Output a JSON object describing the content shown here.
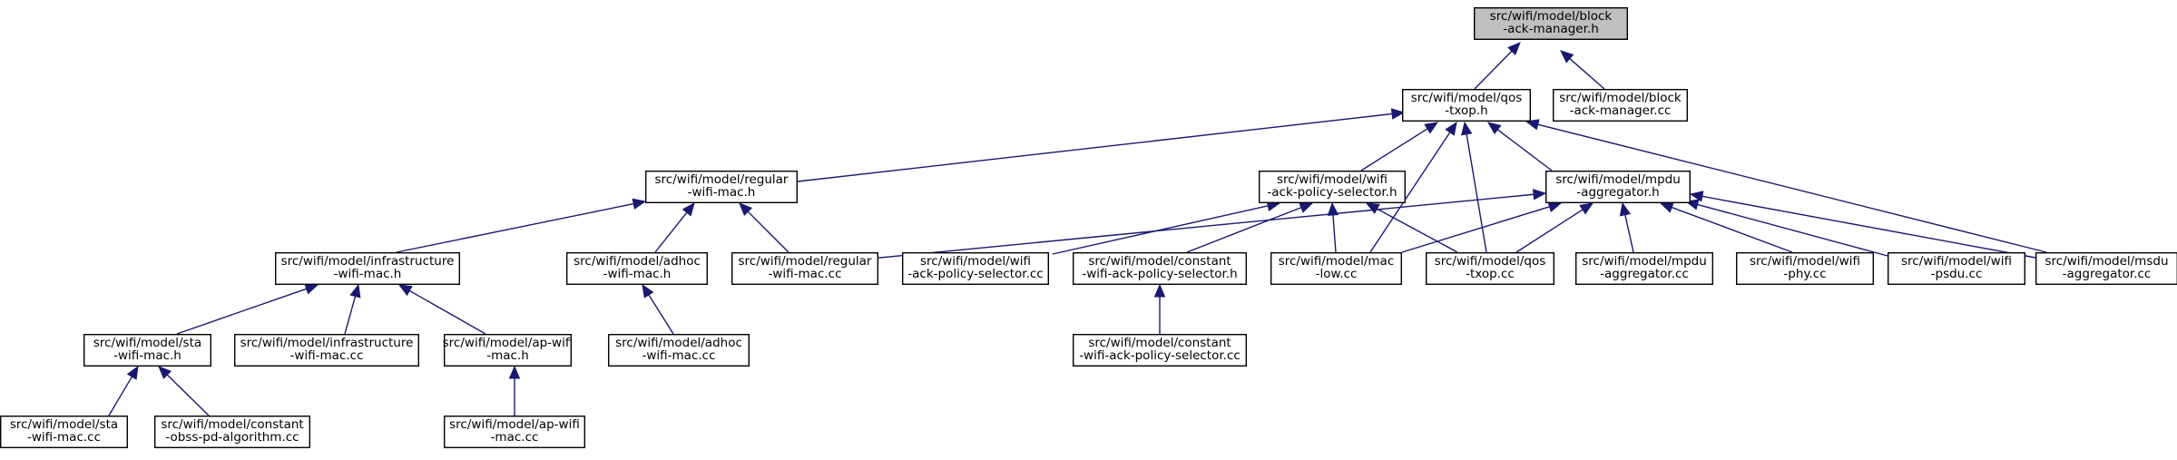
{
  "diagram": {
    "type": "include-dependency-graph",
    "colors": {
      "edge": "#191970",
      "root_fill": "#bfbfbf",
      "node_fill": "#ffffff",
      "node_border": "#000000"
    },
    "nodes": [
      {
        "id": "n0",
        "lines": [
          "src/wifi/model/block",
          "-ack-manager.h"
        ],
        "root": true
      },
      {
        "id": "n1",
        "lines": [
          "src/wifi/model/qos",
          "-txop.h"
        ]
      },
      {
        "id": "n2",
        "lines": [
          "src/wifi/model/block",
          "-ack-manager.cc"
        ]
      },
      {
        "id": "n3",
        "lines": [
          "src/wifi/model/regular",
          "-wifi-mac.h"
        ]
      },
      {
        "id": "n4",
        "lines": [
          "src/wifi/model/wifi",
          "-ack-policy-selector.h"
        ]
      },
      {
        "id": "n5",
        "lines": [
          "src/wifi/model/mpdu",
          "-aggregator.h"
        ]
      },
      {
        "id": "n6",
        "lines": [
          "src/wifi/model/infrastructure",
          "-wifi-mac.h"
        ]
      },
      {
        "id": "n7",
        "lines": [
          "src/wifi/model/adhoc",
          "-wifi-mac.h"
        ]
      },
      {
        "id": "n8",
        "lines": [
          "src/wifi/model/regular",
          "-wifi-mac.cc"
        ]
      },
      {
        "id": "n9",
        "lines": [
          "src/wifi/model/wifi",
          "-ack-policy-selector.cc"
        ]
      },
      {
        "id": "n10",
        "lines": [
          "src/wifi/model/constant",
          "-wifi-ack-policy-selector.h"
        ]
      },
      {
        "id": "n11",
        "lines": [
          "src/wifi/model/mac",
          "-low.cc"
        ]
      },
      {
        "id": "n12",
        "lines": [
          "src/wifi/model/qos",
          "-txop.cc"
        ]
      },
      {
        "id": "n13",
        "lines": [
          "src/wifi/model/mpdu",
          "-aggregator.cc"
        ]
      },
      {
        "id": "n14",
        "lines": [
          "src/wifi/model/wifi",
          "-phy.cc"
        ]
      },
      {
        "id": "n15",
        "lines": [
          "src/wifi/model/wifi",
          "-psdu.cc"
        ]
      },
      {
        "id": "n16",
        "lines": [
          "src/wifi/model/msdu",
          "-aggregator.cc"
        ]
      },
      {
        "id": "n17",
        "lines": [
          "src/wifi/model/sta",
          "-wifi-mac.h"
        ]
      },
      {
        "id": "n18",
        "lines": [
          "src/wifi/model/infrastructure",
          "-wifi-mac.cc"
        ]
      },
      {
        "id": "n19",
        "lines": [
          "src/wifi/model/ap-wifi",
          "-mac.h"
        ]
      },
      {
        "id": "n20",
        "lines": [
          "src/wifi/model/adhoc",
          "-wifi-mac.cc"
        ]
      },
      {
        "id": "n21",
        "lines": [
          "src/wifi/model/constant",
          "-wifi-ack-policy-selector.cc"
        ]
      },
      {
        "id": "n22",
        "lines": [
          "src/wifi/model/sta",
          "-wifi-mac.cc"
        ]
      },
      {
        "id": "n23",
        "lines": [
          "src/wifi/model/constant",
          "-obss-pd-algorithm.cc"
        ]
      },
      {
        "id": "n24",
        "lines": [
          "src/wifi/model/ap-wifi",
          "-mac.cc"
        ]
      }
    ],
    "edges": [
      {
        "from": "n1",
        "to": "n0"
      },
      {
        "from": "n2",
        "to": "n0"
      },
      {
        "from": "n3",
        "to": "n1"
      },
      {
        "from": "n4",
        "to": "n1"
      },
      {
        "from": "n5",
        "to": "n1"
      },
      {
        "from": "n11",
        "to": "n1"
      },
      {
        "from": "n12",
        "to": "n1"
      },
      {
        "from": "n16",
        "to": "n1"
      },
      {
        "from": "n6",
        "to": "n3"
      },
      {
        "from": "n7",
        "to": "n3"
      },
      {
        "from": "n8",
        "to": "n3"
      },
      {
        "from": "n9",
        "to": "n4"
      },
      {
        "from": "n10",
        "to": "n4"
      },
      {
        "from": "n11",
        "to": "n4"
      },
      {
        "from": "n12",
        "to": "n4"
      },
      {
        "from": "n8",
        "to": "n5"
      },
      {
        "from": "n11",
        "to": "n5"
      },
      {
        "from": "n12",
        "to": "n5"
      },
      {
        "from": "n13",
        "to": "n5"
      },
      {
        "from": "n14",
        "to": "n5"
      },
      {
        "from": "n15",
        "to": "n5"
      },
      {
        "from": "n16",
        "to": "n5"
      },
      {
        "from": "n17",
        "to": "n6"
      },
      {
        "from": "n18",
        "to": "n6"
      },
      {
        "from": "n19",
        "to": "n6"
      },
      {
        "from": "n20",
        "to": "n7"
      },
      {
        "from": "n21",
        "to": "n10"
      },
      {
        "from": "n22",
        "to": "n17"
      },
      {
        "from": "n23",
        "to": "n17"
      },
      {
        "from": "n24",
        "to": "n19"
      }
    ]
  }
}
